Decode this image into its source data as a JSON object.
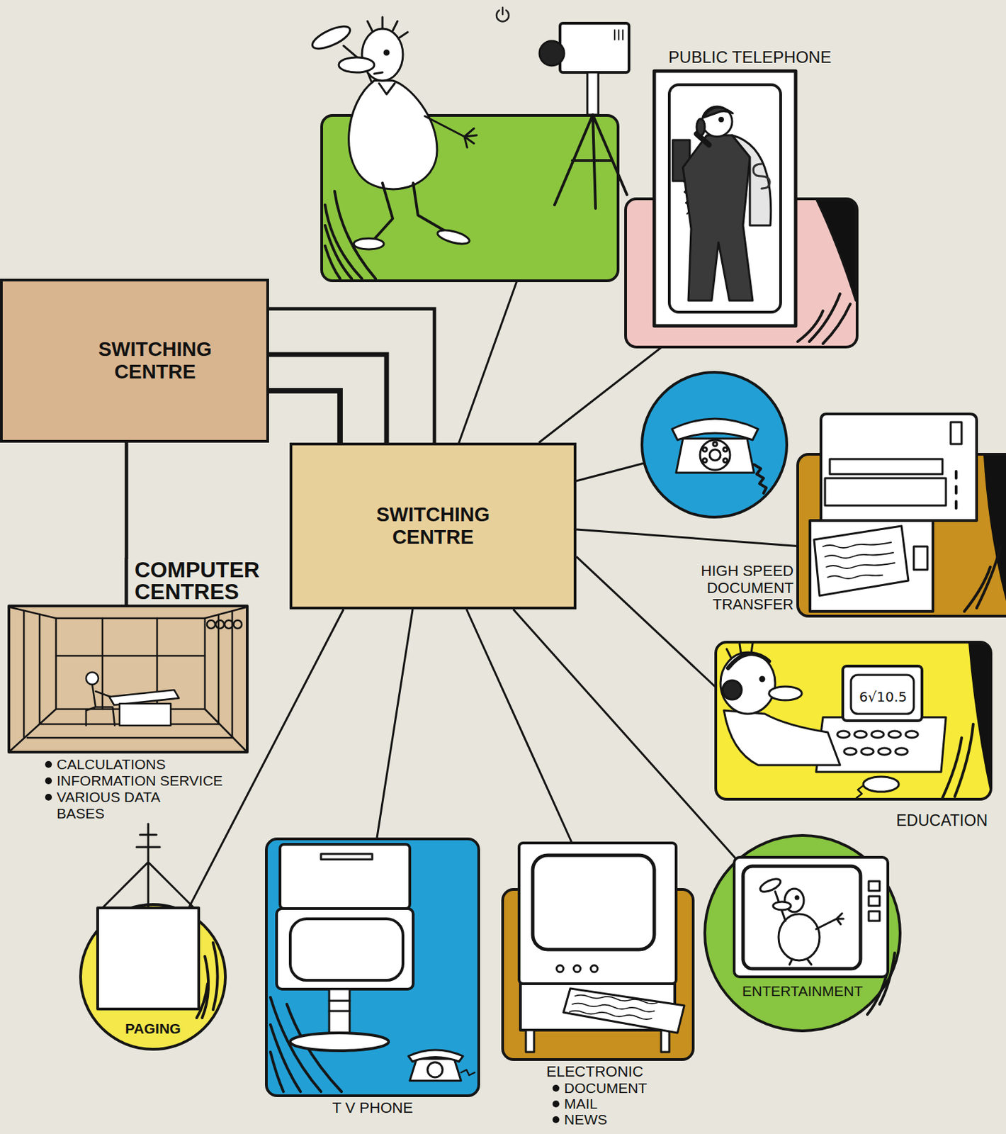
{
  "diagram": {
    "nodes": [
      {
        "text": [
          "PUBLIC TELEPHONE"
        ]
      },
      {
        "text": [
          "SWITCHING CENTRE"
        ]
      },
      {
        "text": [
          "SWITCHING CENTRE"
        ]
      },
      {
        "text": [
          "HIGH SPEED DOCUMENT TRANSFER"
        ]
      },
      {
        "text": [
          "COMPUTER CENTRES",
          "CALCULATIONS",
          "INFORMATION SERVICE",
          "VARIOUS DATA BASES"
        ]
      },
      {
        "text": [
          "EDUCATION"
        ]
      },
      {
        "text": [
          "ENTERTAINMENT"
        ]
      },
      {
        "text": [
          "PAGING"
        ]
      },
      {
        "text": [
          "T V PHONE"
        ]
      },
      {
        "text": [
          "ELECTRONIC",
          "DOCUMENT",
          "MAIL",
          "NEWS"
        ]
      }
    ],
    "edges": [
      {
        "from": 1,
        "to": 2,
        "arrow": "none"
      },
      {
        "from": 1,
        "to": 2,
        "arrow": "none"
      },
      {
        "from": 1,
        "to": 2,
        "arrow": "none"
      },
      {
        "from": 1,
        "to": 4,
        "arrow": "none"
      },
      {
        "from": 2,
        "to": 0,
        "arrow": "none"
      },
      {
        "from": 2,
        "to": 3,
        "arrow": "none"
      },
      {
        "from": 2,
        "to": 5,
        "arrow": "none"
      },
      {
        "from": 2,
        "to": 6,
        "arrow": "none"
      },
      {
        "from": 2,
        "to": 9,
        "arrow": "none"
      },
      {
        "from": 2,
        "to": 8,
        "arrow": "none"
      },
      {
        "from": 2,
        "to": 7,
        "arrow": "none"
      }
    ],
    "labels": [
      "6√10.5"
    ]
  }
}
